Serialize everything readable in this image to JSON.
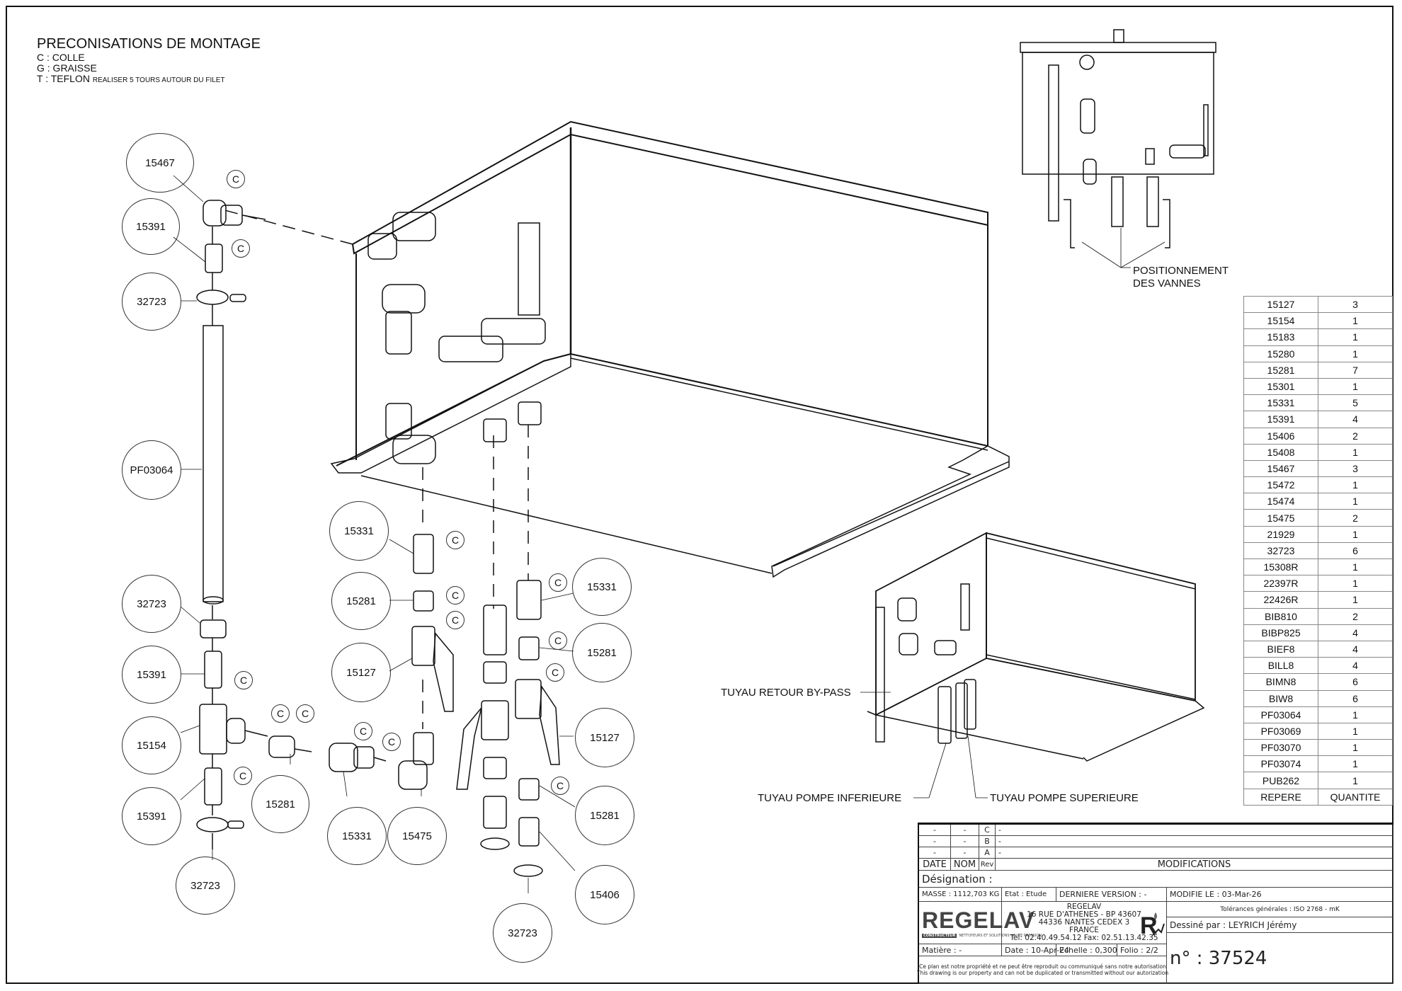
{
  "notes": {
    "title": "PRECONISATIONS DE MONTAGE",
    "lines": [
      "C : COLLE",
      "G : GRAISSE",
      "T : TEFLON"
    ],
    "teflon_detail": "REALISER 5 TOURS AUTOUR DU FILET"
  },
  "callouts": {
    "c_mark": "C",
    "left_column": [
      "15467",
      "15391",
      "32723",
      "PF03064",
      "32723",
      "15391",
      "15154",
      "15391",
      "32723"
    ],
    "middle_left": [
      "15331",
      "15281",
      "15127",
      "15281",
      "15331",
      "15475"
    ],
    "middle_right": [
      "15331",
      "15281",
      "15127",
      "15281",
      "15406",
      "32723"
    ]
  },
  "view_labels": {
    "positionnement_line1": "POSITIONNEMENT",
    "positionnement_line2": "DES VANNES",
    "bypass": "TUYAU RETOUR BY-PASS",
    "pompe_inf": "TUYAU POMPE INFERIEURE",
    "pompe_sup": "TUYAU POMPE SUPERIEURE"
  },
  "bom": {
    "header": {
      "repere": "REPERE",
      "quantite": "QUANTITE"
    },
    "rows": [
      {
        "repere": "15127",
        "quantite": "3"
      },
      {
        "repere": "15154",
        "quantite": "1"
      },
      {
        "repere": "15183",
        "quantite": "1"
      },
      {
        "repere": "15280",
        "quantite": "1"
      },
      {
        "repere": "15281",
        "quantite": "7"
      },
      {
        "repere": "15301",
        "quantite": "1"
      },
      {
        "repere": "15331",
        "quantite": "5"
      },
      {
        "repere": "15391",
        "quantite": "4"
      },
      {
        "repere": "15406",
        "quantite": "2"
      },
      {
        "repere": "15408",
        "quantite": "1"
      },
      {
        "repere": "15467",
        "quantite": "3"
      },
      {
        "repere": "15472",
        "quantite": "1"
      },
      {
        "repere": "15474",
        "quantite": "1"
      },
      {
        "repere": "15475",
        "quantite": "2"
      },
      {
        "repere": "21929",
        "quantite": "1"
      },
      {
        "repere": "32723",
        "quantite": "6"
      },
      {
        "repere": "15308R",
        "quantite": "1"
      },
      {
        "repere": "22397R",
        "quantite": "1"
      },
      {
        "repere": "22426R",
        "quantite": "1"
      },
      {
        "repere": "BIB810",
        "quantite": "2"
      },
      {
        "repere": "BIBP825",
        "quantite": "4"
      },
      {
        "repere": "BIEF8",
        "quantite": "4"
      },
      {
        "repere": "BILL8",
        "quantite": "4"
      },
      {
        "repere": "BIMN8",
        "quantite": "6"
      },
      {
        "repere": "BIW8",
        "quantite": "6"
      },
      {
        "repere": "PF03064",
        "quantite": "1"
      },
      {
        "repere": "PF03069",
        "quantite": "1"
      },
      {
        "repere": "PF03070",
        "quantite": "1"
      },
      {
        "repere": "PF03074",
        "quantite": "1"
      },
      {
        "repere": "PUB262",
        "quantite": "1"
      }
    ]
  },
  "title_block": {
    "revisions": [
      {
        "date": "-",
        "nom": "-",
        "rev": "C",
        "mod": "-"
      },
      {
        "date": "-",
        "nom": "-",
        "rev": "B",
        "mod": "-"
      },
      {
        "date": "-",
        "nom": "-",
        "rev": "A",
        "mod": "-"
      }
    ],
    "rev_header": {
      "date": "DATE",
      "nom": "NOM",
      "rev": "Rev",
      "modifications": "MODIFICATIONS"
    },
    "designation": "Désignation :",
    "masse": "MASSE : 1112,703 KG",
    "etat": "Etat : Etude",
    "derniere_version": "DERNIERE VERSION : -",
    "modifie_le": "MODIFIE LE : 03-Mar-26",
    "company": {
      "logo": "REGELAV",
      "logo_tag": "CONSTRUCTEUR",
      "logo_sub": "NETTOYEURS ET SOLUTIONS HAUTE PRESSION",
      "name": "REGELAV",
      "address1": "16 RUE D'ATHENES - BP 43607",
      "address2": "44336 NANTES CEDEX 3",
      "country": "FRANCE",
      "phone": "Tel:  02.40.49.54.12  Fax:  02.51.13.42.35"
    },
    "tolerances": "Tolérances générales : ISO 2768 - mK",
    "dessine_par": "Dessiné par : LEYRICH Jérémy",
    "matiere": "Matière : -",
    "date": "Date : 10-Apr-24",
    "echelle": "Echelle : 0,300",
    "folio": "Folio : 2/2",
    "numero": "n° : 37524",
    "disclaimer_fr": "Ce plan est notre propriété et ne peut être reproduit ou communiqué sans notre autorisation",
    "disclaimer_en": "This drawing is our property and can not be duplicated or transmitted without our autorization"
  }
}
